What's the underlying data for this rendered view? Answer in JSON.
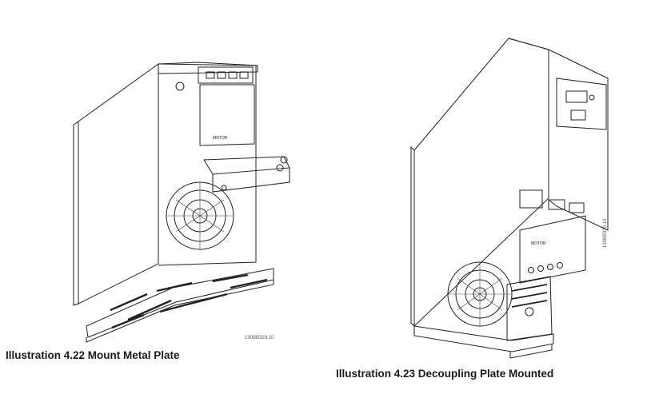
{
  "figures": [
    {
      "caption": "Illustration 4.22 Mount Metal Plate",
      "code": "130BB329.10",
      "labels": {
        "motor": "MOTOR"
      }
    },
    {
      "caption": "Illustration 4.23 Decoupling Plate Mounted",
      "code": "130BB330.10",
      "labels": {
        "motor": "MOTOR"
      }
    }
  ]
}
